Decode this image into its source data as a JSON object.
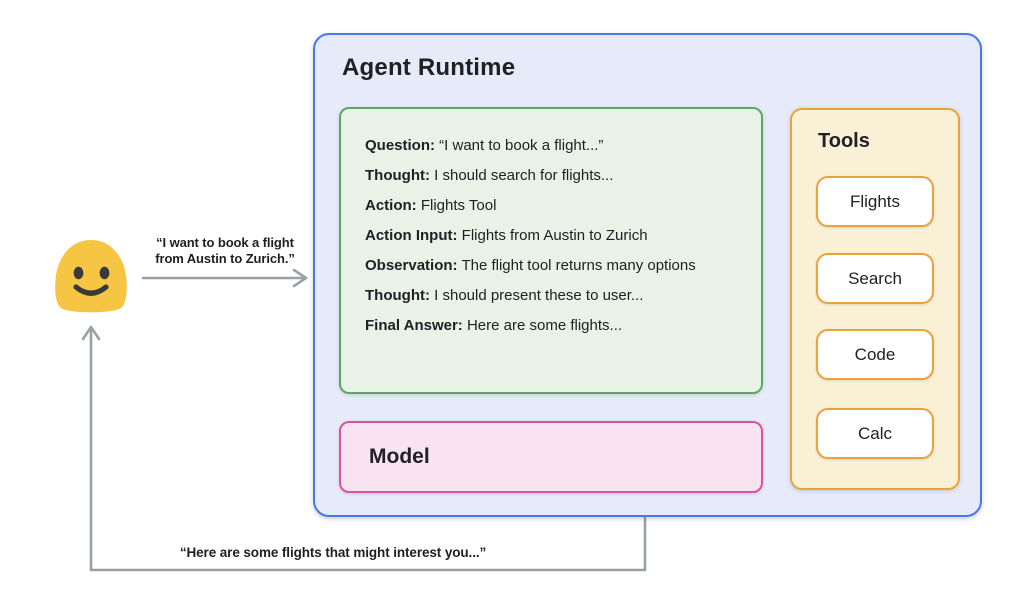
{
  "agent_runtime": {
    "title": "Agent Runtime",
    "trace": {
      "rows": [
        {
          "label": "Question:",
          "text": "“I want to book a flight...”"
        },
        {
          "label": "Thought:",
          "text": "I should search for flights..."
        },
        {
          "label": "Action:",
          "text": "Flights Tool"
        },
        {
          "label": "Action Input:",
          "text": "Flights from Austin to Zurich"
        },
        {
          "label": "Observation:",
          "text": "The flight tool returns many options"
        },
        {
          "label": "Thought:",
          "text": "I should present these to user..."
        },
        {
          "label": "Final Answer:",
          "text": "Here are some flights..."
        }
      ]
    },
    "model": {
      "label": "Model"
    },
    "tools": {
      "title": "Tools",
      "items": [
        {
          "label": "Flights"
        },
        {
          "label": "Search"
        },
        {
          "label": "Code"
        },
        {
          "label": "Calc"
        }
      ]
    }
  },
  "user": {
    "icon": "smiling-blob-emoji",
    "request_line1": "“I want to book a flight",
    "request_line2": "from Austin to Zurich.”",
    "response": "“Here are some flights that might interest you...”"
  },
  "colors": {
    "runtime_border": "#4779e8",
    "runtime_bg": "#e6eaf9",
    "trace_border": "#5ea867",
    "trace_bg": "#e8f2e7",
    "model_border": "#d8549e",
    "model_bg": "#fae3f0",
    "tools_border": "#e8a33c",
    "tools_bg": "#faf0d5",
    "tool_button_bg": "#ffffff",
    "arrow_gray": "#9aa0a6",
    "emoji_yellow": "#f6c544",
    "text": "#202124"
  }
}
